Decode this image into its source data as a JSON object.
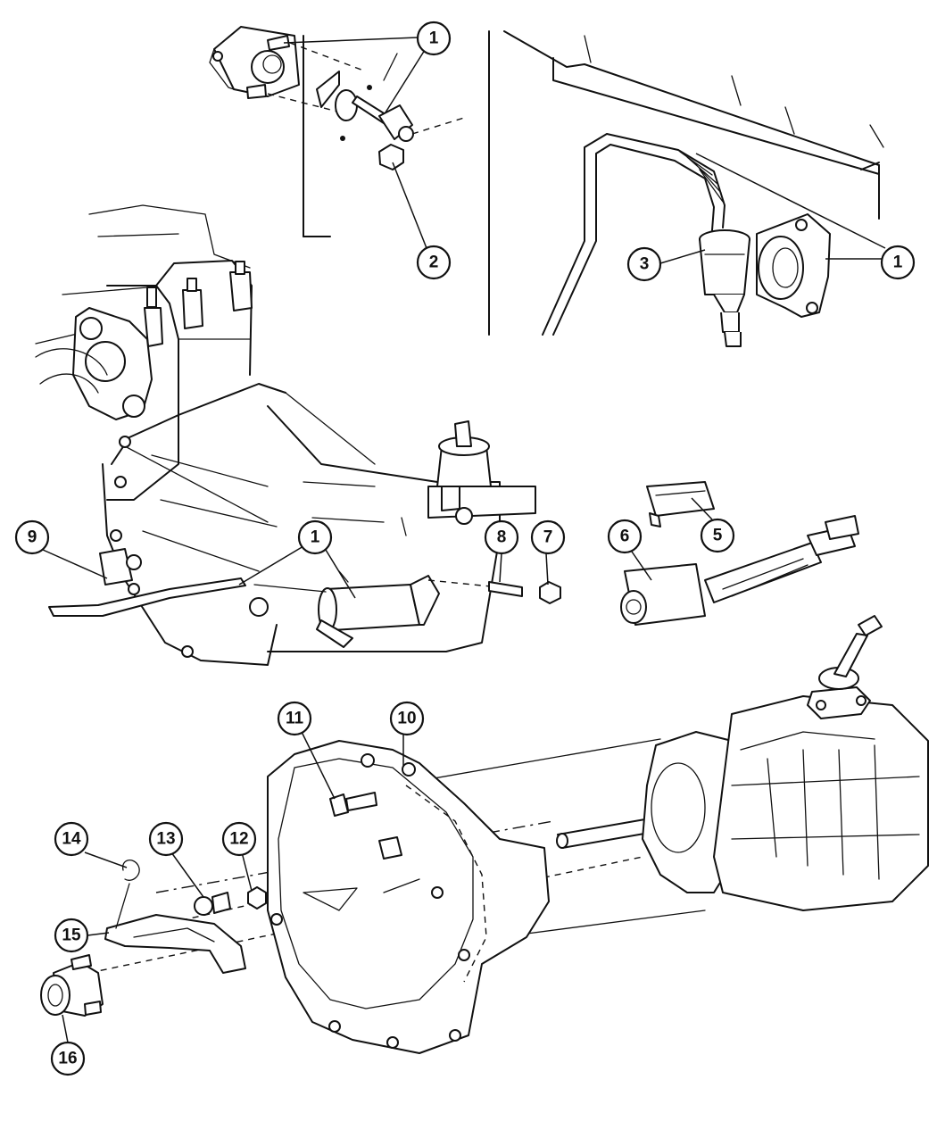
{
  "callouts": {
    "c1_top": "1",
    "c2": "2",
    "c1_right": "1",
    "c3": "3",
    "c5": "5",
    "c6": "6",
    "c7": "7",
    "c8": "8",
    "c9": "9",
    "c1_mid": "1",
    "c10": "10",
    "c11": "11",
    "c12": "12",
    "c13": "13",
    "c14": "14",
    "c15": "15",
    "c16": "16"
  }
}
